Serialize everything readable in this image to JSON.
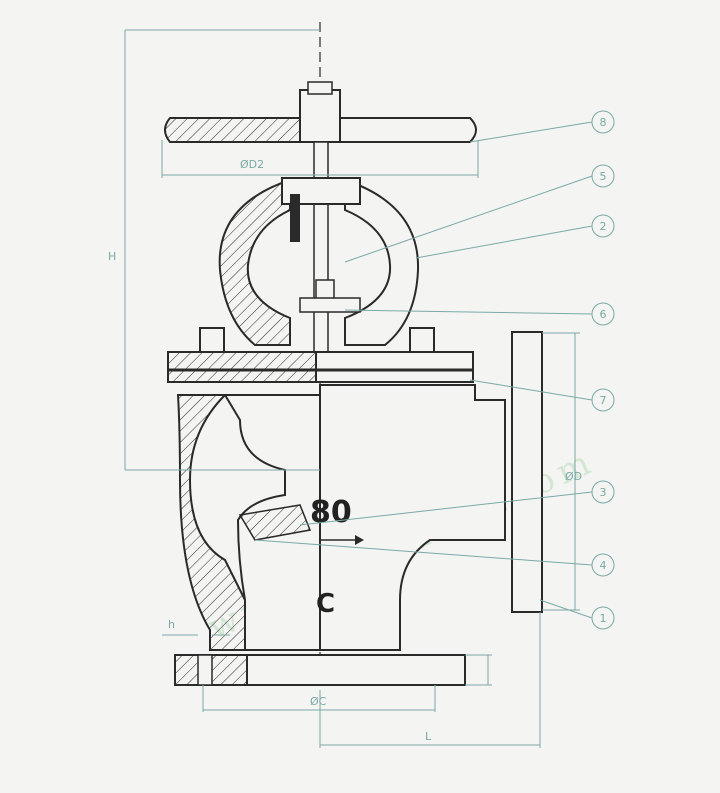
{
  "watermark": "www.krevalve.com",
  "callouts": [
    {
      "id": "8"
    },
    {
      "id": "5"
    },
    {
      "id": "2"
    },
    {
      "id": "6"
    },
    {
      "id": "7"
    },
    {
      "id": "3"
    },
    {
      "id": "4"
    },
    {
      "id": "1"
    }
  ],
  "dimensions": {
    "handwheel_diameter": "ØD2",
    "height": "H",
    "flange_diameter": "ØD",
    "bolt_hole": "h",
    "bolt_circle": "ØC",
    "length": "L"
  },
  "body_markings": {
    "size": "80",
    "class": "C"
  },
  "colors": {
    "line": "#2a2a2a",
    "leader": "#7aa9a6",
    "watermark": "#cfe4cf",
    "background": "#f4f4f2"
  }
}
